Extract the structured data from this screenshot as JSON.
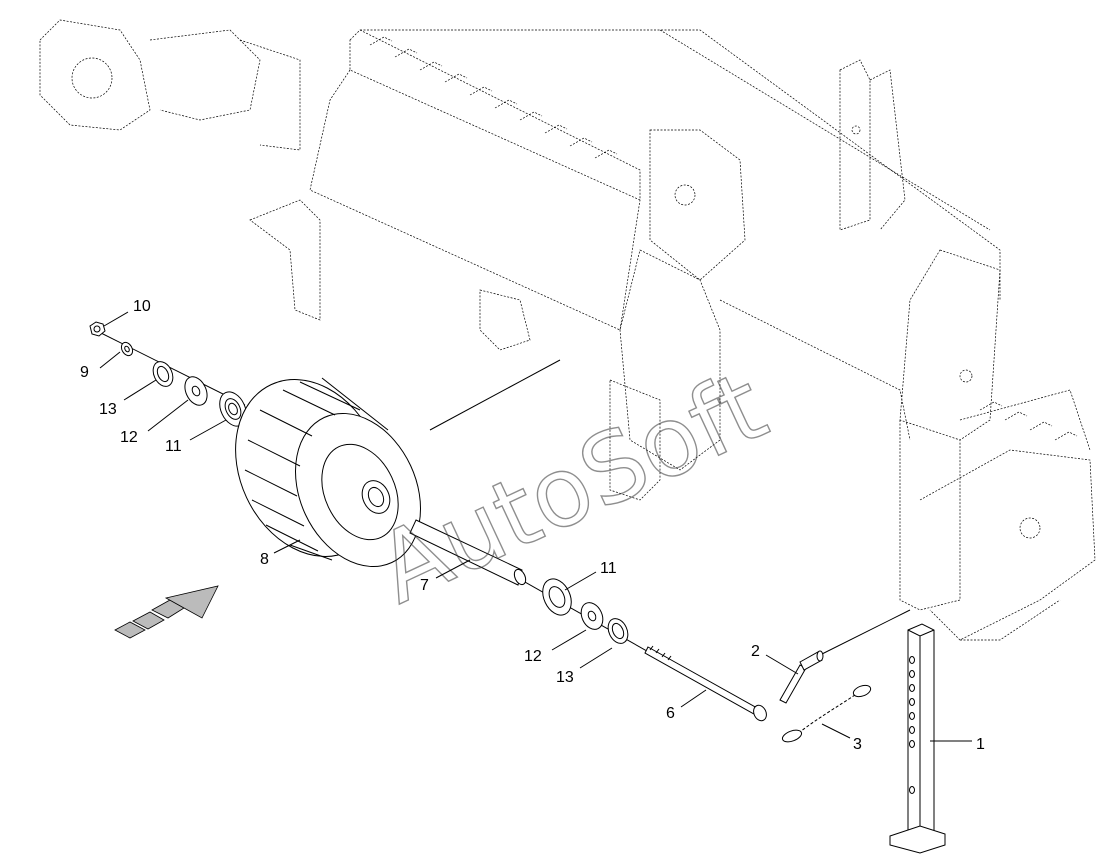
{
  "watermark": "AutoSoft",
  "callouts": [
    {
      "id": "1",
      "label": "1"
    },
    {
      "id": "2",
      "label": "2"
    },
    {
      "id": "3",
      "label": "3"
    },
    {
      "id": "6",
      "label": "6"
    },
    {
      "id": "7",
      "label": "7"
    },
    {
      "id": "8",
      "label": "8"
    },
    {
      "id": "9",
      "label": "9"
    },
    {
      "id": "10",
      "label": "10"
    },
    {
      "id": "11a",
      "label": "11"
    },
    {
      "id": "11b",
      "label": "11"
    },
    {
      "id": "12a",
      "label": "12"
    },
    {
      "id": "12b",
      "label": "12"
    },
    {
      "id": "13a",
      "label": "13"
    },
    {
      "id": "13b",
      "label": "13"
    }
  ],
  "icons": {
    "direction_arrow": "travel-direction-arrow-icon"
  }
}
